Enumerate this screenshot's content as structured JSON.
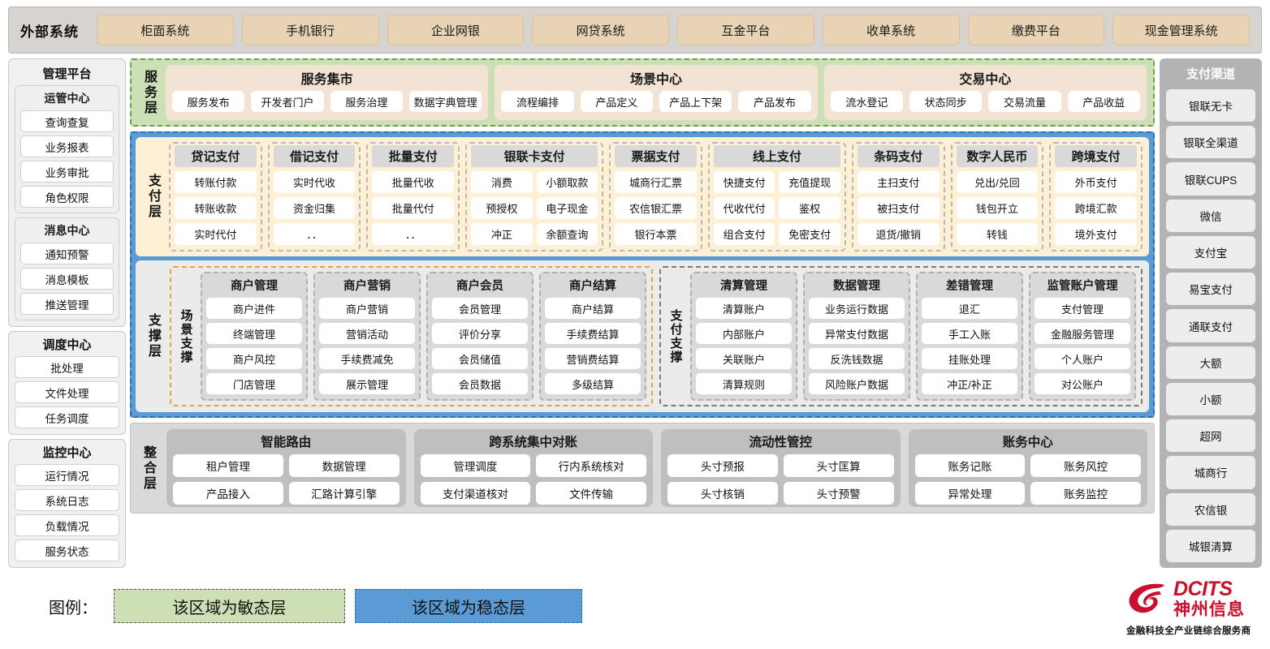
{
  "external": {
    "title": "外部系统",
    "systems": [
      "柜面系统",
      "手机银行",
      "企业网银",
      "网贷系统",
      "互金平台",
      "收单系统",
      "缴费平台",
      "现金管理系统"
    ]
  },
  "management": {
    "title": "管理平台",
    "group_a": {
      "groups": [
        {
          "title": "运管中心",
          "items": [
            "查询查复",
            "业务报表",
            "业务审批",
            "角色权限"
          ]
        },
        {
          "title": "消息中心",
          "items": [
            "通知预警",
            "消息模板",
            "推送管理"
          ]
        }
      ]
    },
    "group_b": {
      "title": "调度中心",
      "items": [
        "批处理",
        "文件处理",
        "任务调度"
      ]
    },
    "group_c": {
      "title": "监控中心",
      "items": [
        "运行情况",
        "系统日志",
        "负载情况",
        "服务状态"
      ]
    }
  },
  "service_layer": {
    "label": "服务层",
    "cards": [
      {
        "title": "服务集市",
        "items": [
          "服务发布",
          "开发者门户",
          "服务治理",
          "数据字典管理"
        ]
      },
      {
        "title": "场景中心",
        "items": [
          "流程编排",
          "产品定义",
          "产品上下架",
          "产品发布"
        ]
      },
      {
        "title": "交易中心",
        "items": [
          "流水登记",
          "状态同步",
          "交易流量",
          "产品收益"
        ]
      }
    ]
  },
  "payment_layer": {
    "label": "支付层",
    "columns": [
      {
        "title": "贷记支付",
        "cols": 1,
        "items": [
          "转账付款",
          "转账收款",
          "实时代付"
        ]
      },
      {
        "title": "借记支付",
        "cols": 1,
        "items": [
          "实时代收",
          "资金归集",
          "．．"
        ]
      },
      {
        "title": "批量支付",
        "cols": 1,
        "items": [
          "批量代收",
          "批量代付",
          "．．"
        ]
      },
      {
        "title": "银联卡支付",
        "cols": 2,
        "items": [
          "消费",
          "小额取款",
          "预授权",
          "电子现金",
          "冲正",
          "余额查询"
        ]
      },
      {
        "title": "票据支付",
        "cols": 1,
        "items": [
          "城商行汇票",
          "农信银汇票",
          "银行本票"
        ]
      },
      {
        "title": "线上支付",
        "cols": 2,
        "items": [
          "快捷支付",
          "充值提现",
          "代收代付",
          "鉴权",
          "组合支付",
          "免密支付"
        ]
      },
      {
        "title": "条码支付",
        "cols": 1,
        "items": [
          "主扫支付",
          "被扫支付",
          "退货/撤销"
        ]
      },
      {
        "title": "数字人民币",
        "cols": 1,
        "items": [
          "兑出/兑回",
          "钱包开立",
          "转钱"
        ]
      },
      {
        "title": "跨境支付",
        "cols": 1,
        "items": [
          "外币支付",
          "跨境汇款",
          "境外支付"
        ]
      }
    ]
  },
  "support_layer": {
    "label": "支撑层",
    "blocks": [
      {
        "label": "场景支撑",
        "columns": [
          {
            "title": "商户管理",
            "items": [
              "商户进件",
              "终端管理",
              "商户风控",
              "门店管理"
            ]
          },
          {
            "title": "商户营销",
            "items": [
              "商户营销",
              "营销活动",
              "手续费减免",
              "展示管理"
            ]
          },
          {
            "title": "商户会员",
            "items": [
              "会员管理",
              "评价分享",
              "会员储值",
              "会员数据"
            ]
          },
          {
            "title": "商户结算",
            "items": [
              "商户结算",
              "手续费结算",
              "营销费结算",
              "多级结算"
            ]
          }
        ]
      },
      {
        "label": "支付支撑",
        "columns": [
          {
            "title": "清算管理",
            "items": [
              "清算账户",
              "内部账户",
              "关联账户",
              "清算规则"
            ]
          },
          {
            "title": "数据管理",
            "items": [
              "业务运行数据",
              "异常支付数据",
              "反洗钱数据",
              "风险账户数据"
            ]
          },
          {
            "title": "差错管理",
            "items": [
              "退汇",
              "手工入账",
              "挂账处理",
              "冲正/补正"
            ]
          },
          {
            "title": "监管账户管理",
            "items": [
              "支付管理",
              "金融服务管理",
              "个人账户",
              "对公账户"
            ]
          }
        ]
      }
    ]
  },
  "integration_layer": {
    "label": "整合层",
    "cards": [
      {
        "title": "智能路由",
        "rows": [
          [
            "租户管理",
            "数据管理"
          ],
          [
            "产品接入",
            "汇路计算引擎"
          ]
        ]
      },
      {
        "title": "跨系统集中对账",
        "rows": [
          [
            "管理调度",
            "行内系统核对"
          ],
          [
            "支付渠道核对",
            "文件传输"
          ]
        ]
      },
      {
        "title": "流动性管控",
        "rows": [
          [
            "头寸预报",
            "头寸匡算"
          ],
          [
            "头寸核销",
            "头寸预警"
          ]
        ]
      },
      {
        "title": "账务中心",
        "rows": [
          [
            "账务记账",
            "账务风控"
          ],
          [
            "异常处理",
            "账务监控"
          ]
        ]
      }
    ]
  },
  "payment_channels": {
    "title": "支付渠道",
    "items": [
      "银联无卡",
      "银联全渠道",
      "银联CUPS",
      "微信",
      "支付宝",
      "易宝支付",
      "通联支付",
      "大额",
      "小额",
      "超网",
      "城商行",
      "农信银",
      "城银清算"
    ]
  },
  "legend": {
    "label": "图例：",
    "agile_text": "该区域为敏态层",
    "stable_text": "该区域为稳态层",
    "agile_color": "#ccdfb5",
    "stable_color": "#5b9bd5"
  },
  "logo": {
    "en": "DCITS",
    "cn": "神州信息",
    "tagline": "金融科技全产业链综合服务商",
    "color": "#c8102e"
  }
}
